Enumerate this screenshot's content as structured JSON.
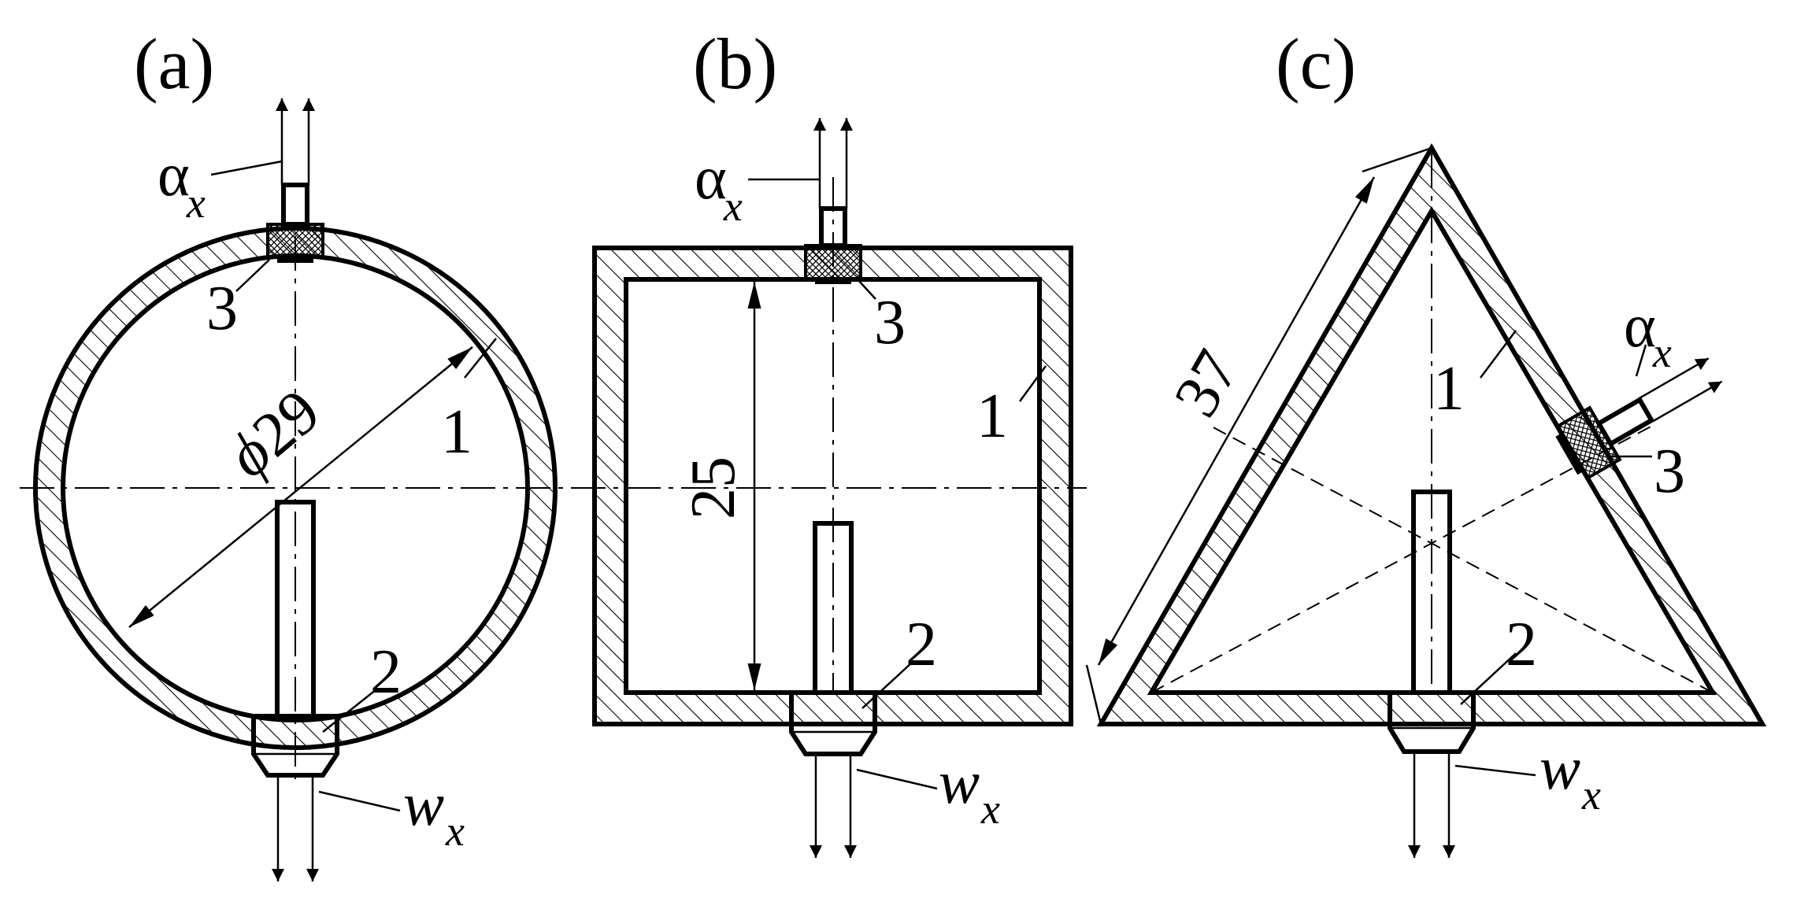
{
  "panels": {
    "a": {
      "label": "(a)",
      "diameter": "29",
      "diameter_symbol": "ϕ",
      "callouts": {
        "body": "1",
        "probe": "2",
        "sensor": "3"
      },
      "alpha": {
        "symbol": "α",
        "sub": "x"
      },
      "w": {
        "symbol": "w",
        "sub": "x"
      }
    },
    "b": {
      "label": "(b)",
      "side": "25",
      "callouts": {
        "body": "1",
        "probe": "2",
        "sensor": "3"
      },
      "alpha": {
        "symbol": "α",
        "sub": "x"
      },
      "w": {
        "symbol": "w",
        "sub": "x"
      }
    },
    "c": {
      "label": "(c)",
      "side": "37",
      "callouts": {
        "body": "1",
        "probe": "2",
        "sensor": "3"
      },
      "alpha": {
        "symbol": "α",
        "sub": "x"
      },
      "w": {
        "symbol": "w",
        "sub": "x"
      }
    }
  },
  "colors": {
    "ink": "#000000",
    "paper": "#ffffff"
  }
}
